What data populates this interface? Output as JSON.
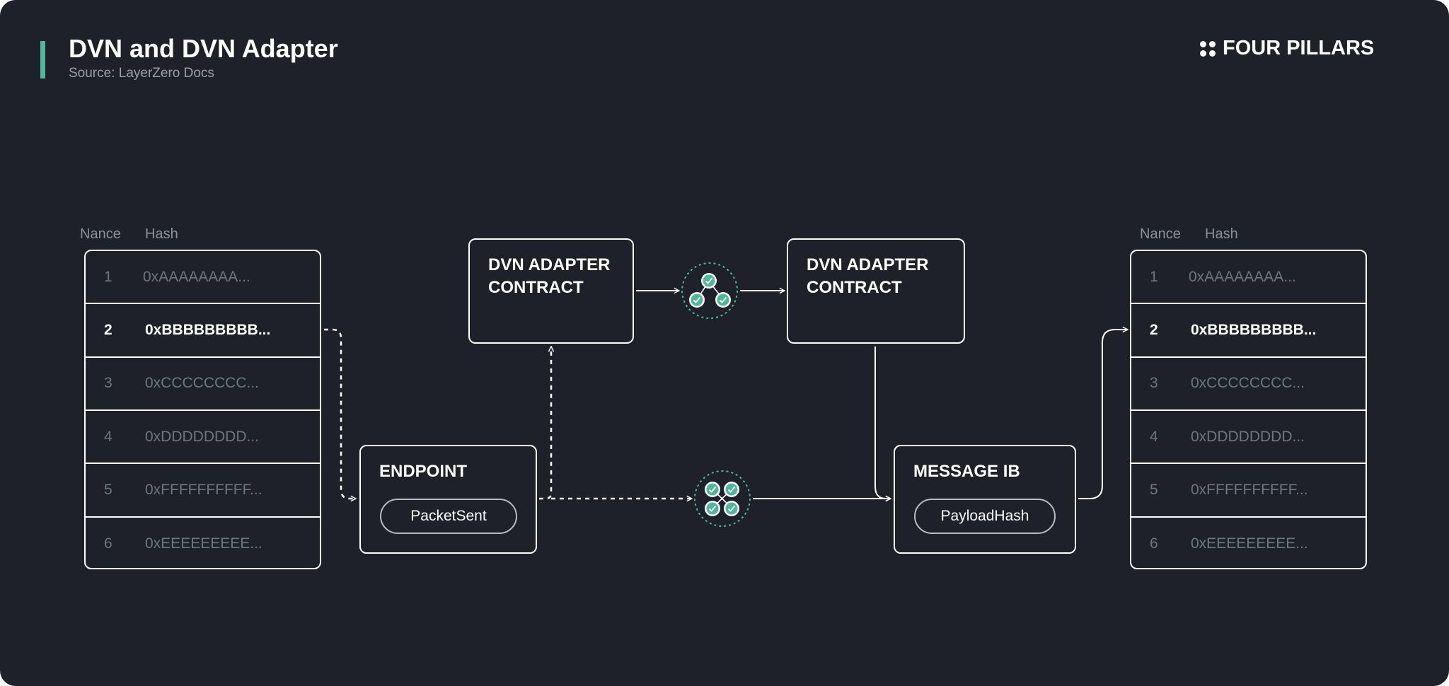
{
  "header": {
    "title": "DVN and DVN Adapter",
    "subtitle": "Source: LayerZero Docs",
    "brand": "FOUR PILLARS",
    "accent_color": "#4fb79a"
  },
  "source_table": {
    "col_nonce": "Nance",
    "col_hash": "Hash",
    "rows": [
      {
        "nonce": "1",
        "hash": "0xAAAAAAAA..."
      },
      {
        "nonce": "2",
        "hash": "0xBBBBBBBBB..."
      },
      {
        "nonce": "3",
        "hash": "0xCCCCCCCC..."
      },
      {
        "nonce": "4",
        "hash": "0xDDDDDDDD..."
      },
      {
        "nonce": "5",
        "hash": "0xFFFFFFFFFF..."
      },
      {
        "nonce": "6",
        "hash": "0xEEEEEEEEE..."
      }
    ],
    "active_row": 2
  },
  "destination_table": {
    "col_nonce": "Nance",
    "col_hash": "Hash",
    "rows": [
      {
        "nonce": "1",
        "hash": "0xAAAAAAAA..."
      },
      {
        "nonce": "2",
        "hash": "0xBBBBBBBBB..."
      },
      {
        "nonce": "3",
        "hash": "0xCCCCCCCC..."
      },
      {
        "nonce": "4",
        "hash": "0xDDDDDDDD..."
      },
      {
        "nonce": "5",
        "hash": "0xFFFFFFFFFF..."
      },
      {
        "nonce": "6",
        "hash": "0xEEEEEEEEE..."
      }
    ],
    "active_row": 2
  },
  "endpoint": {
    "title": "ENDPOINT",
    "pill": "PacketSent"
  },
  "adapter_left": {
    "title": "DVN ADAPTER\nCONTRACT"
  },
  "adapter_right": {
    "title": "DVN ADAPTER\nCONTRACT"
  },
  "message_lib": {
    "title": "MESSAGE IB",
    "pill": "PayloadHash"
  },
  "icons": {
    "adapter_network": "three-node-network-icon",
    "dvn_network": "four-node-network-icon",
    "check_color": "#4fb79a"
  }
}
